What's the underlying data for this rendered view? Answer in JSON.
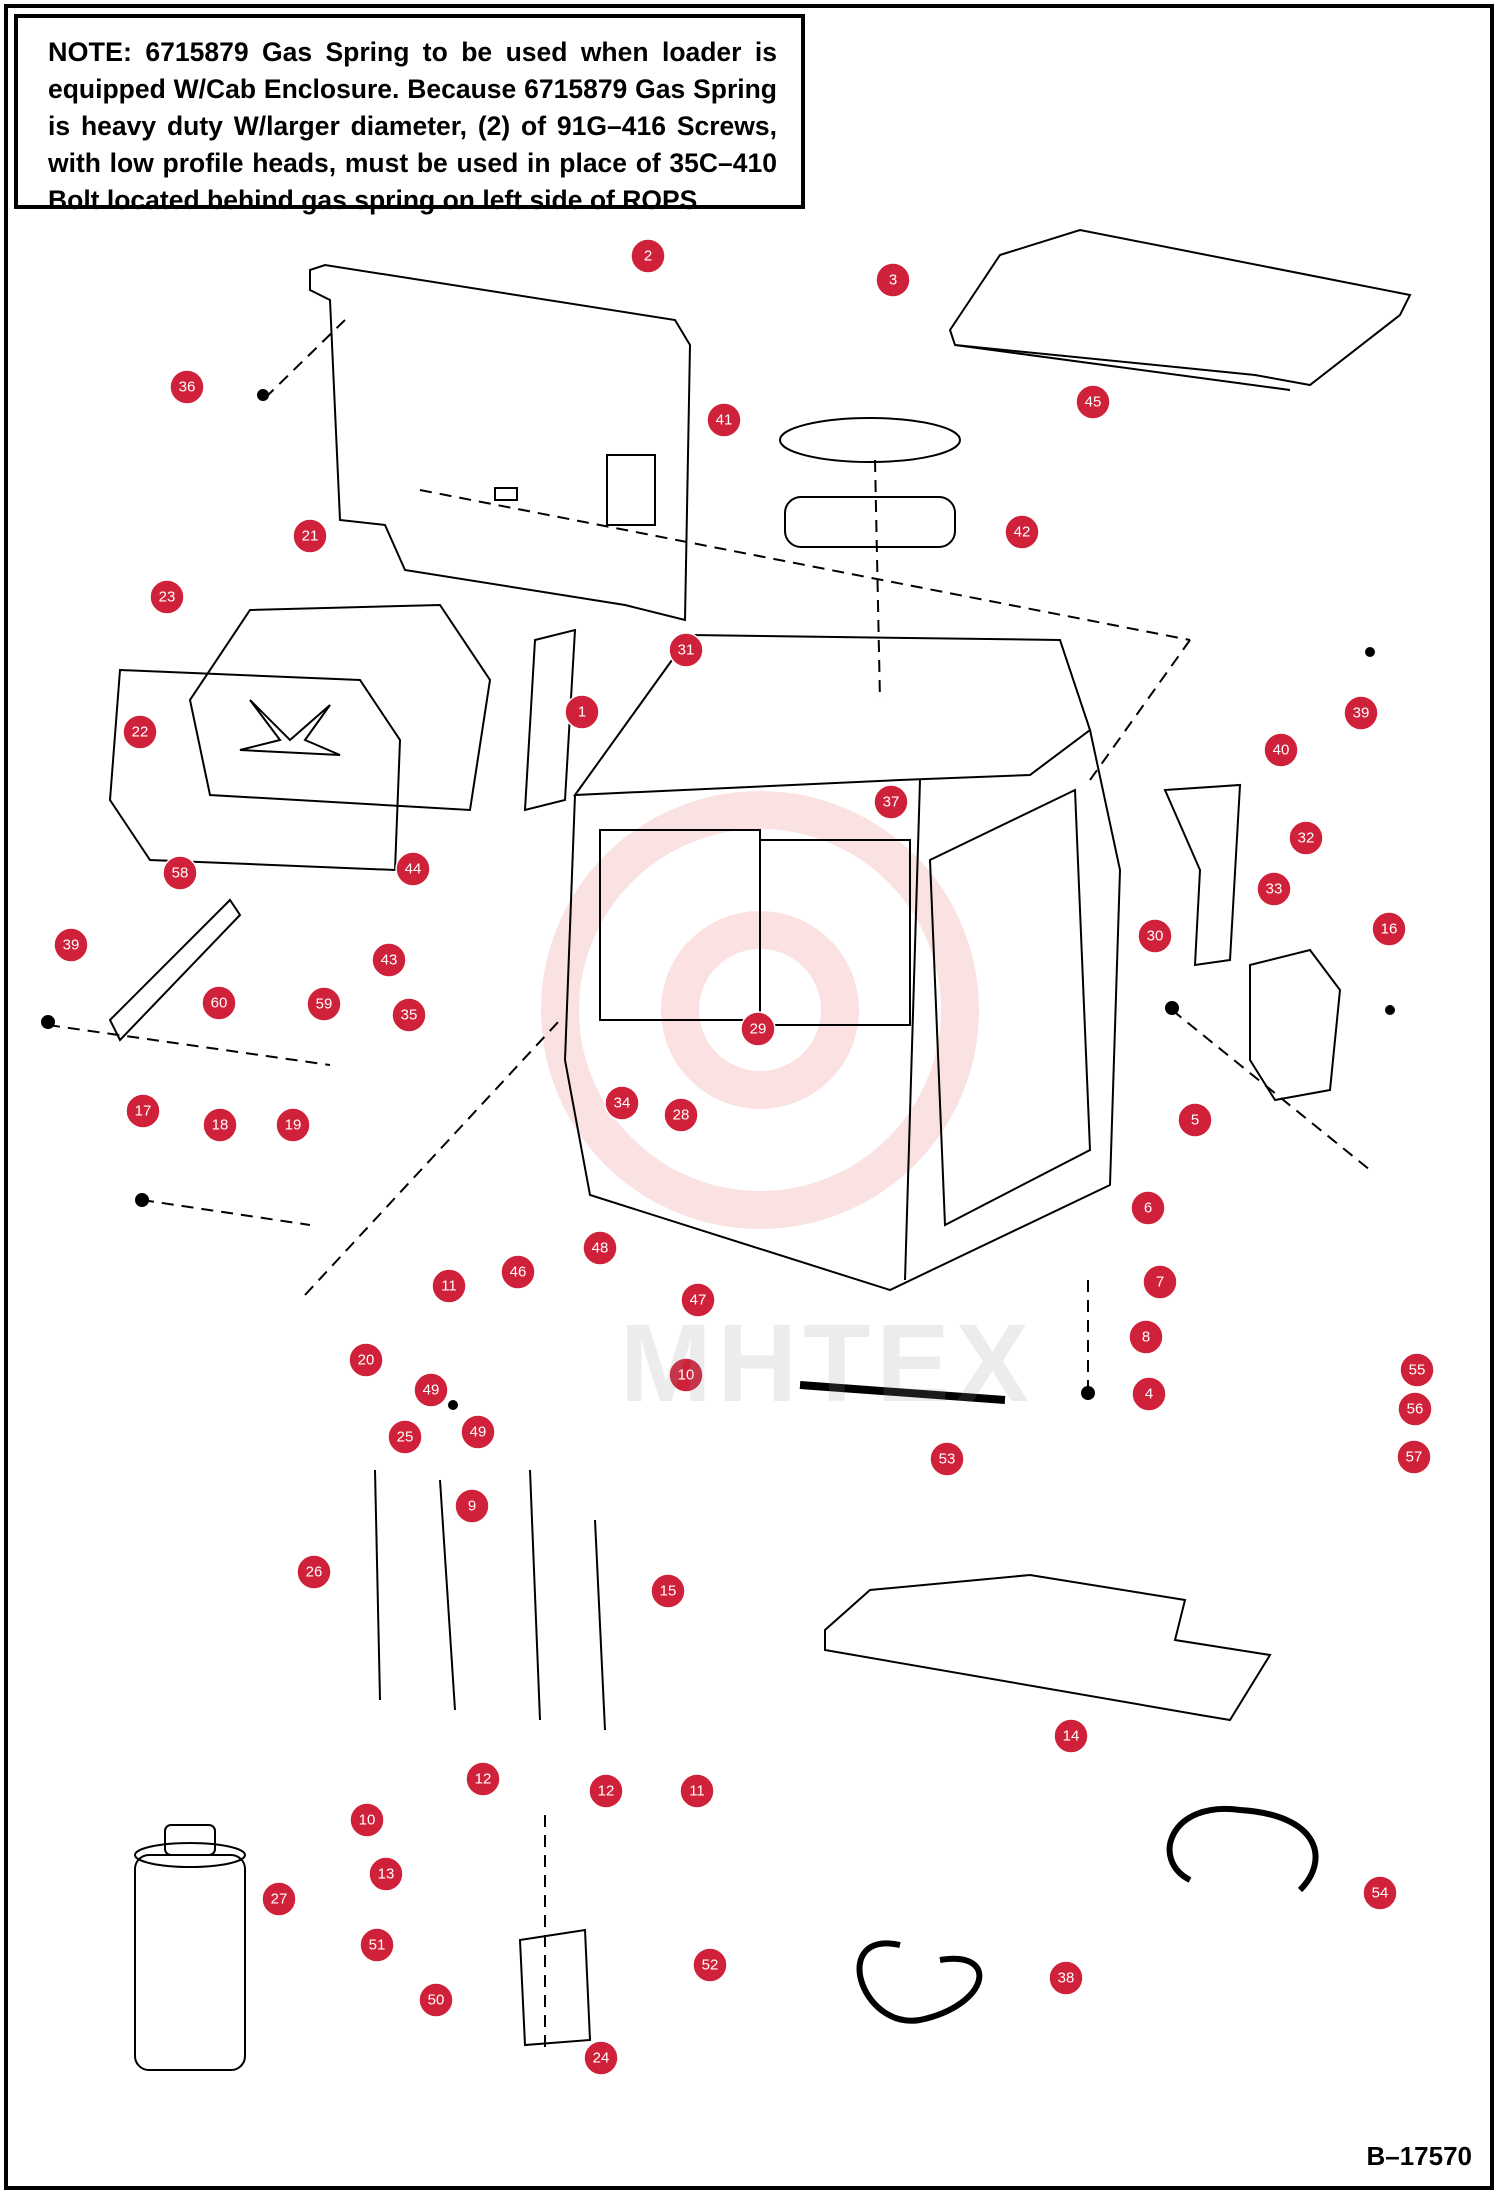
{
  "note": {
    "label": "NOTE:",
    "text": "6715879 Gas Spring to be used when loader is equipped W/Cab Enclosure. Because 6715879 Gas Spring is heavy duty W/larger diameter, (2) of 91G–416 Screws, with low profile heads, must be used in place of 35C–410 Bolt located behind gas spring on left side of ROPS."
  },
  "document_id": "B–17570",
  "watermark": "MHTEX",
  "colors": {
    "callout_fill": "#d0213a",
    "line": "#000000",
    "watermark": "#f3c2c2"
  },
  "callouts": [
    {
      "id": "c2",
      "label": "2"
    },
    {
      "id": "c3",
      "label": "3"
    },
    {
      "id": "c36",
      "label": "36"
    },
    {
      "id": "c45",
      "label": "45"
    },
    {
      "id": "c41",
      "label": "41"
    },
    {
      "id": "c42",
      "label": "42"
    },
    {
      "id": "c21",
      "label": "21"
    },
    {
      "id": "c23",
      "label": "23"
    },
    {
      "id": "c31",
      "label": "31"
    },
    {
      "id": "c1",
      "label": "1"
    },
    {
      "id": "c22",
      "label": "22"
    },
    {
      "id": "c40",
      "label": "40"
    },
    {
      "id": "c39a",
      "label": "39"
    },
    {
      "id": "c37",
      "label": "37"
    },
    {
      "id": "c32",
      "label": "32"
    },
    {
      "id": "c44",
      "label": "44"
    },
    {
      "id": "c33",
      "label": "33"
    },
    {
      "id": "c58",
      "label": "58"
    },
    {
      "id": "c39b",
      "label": "39"
    },
    {
      "id": "c30",
      "label": "30"
    },
    {
      "id": "c16",
      "label": "16"
    },
    {
      "id": "c43",
      "label": "43"
    },
    {
      "id": "c60",
      "label": "60"
    },
    {
      "id": "c59",
      "label": "59"
    },
    {
      "id": "c35",
      "label": "35"
    },
    {
      "id": "c29",
      "label": "29"
    },
    {
      "id": "c34",
      "label": "34"
    },
    {
      "id": "c28",
      "label": "28"
    },
    {
      "id": "c5",
      "label": "5"
    },
    {
      "id": "c17",
      "label": "17"
    },
    {
      "id": "c18",
      "label": "18"
    },
    {
      "id": "c19",
      "label": "19"
    },
    {
      "id": "c6",
      "label": "6"
    },
    {
      "id": "c48",
      "label": "48"
    },
    {
      "id": "c11a",
      "label": "11"
    },
    {
      "id": "c46",
      "label": "46"
    },
    {
      "id": "c47",
      "label": "47"
    },
    {
      "id": "c7",
      "label": "7"
    },
    {
      "id": "c20",
      "label": "20"
    },
    {
      "id": "c8",
      "label": "8"
    },
    {
      "id": "c10a",
      "label": "10"
    },
    {
      "id": "c49a",
      "label": "49"
    },
    {
      "id": "c49b",
      "label": "49"
    },
    {
      "id": "c4",
      "label": "4"
    },
    {
      "id": "c55",
      "label": "55"
    },
    {
      "id": "c56",
      "label": "56"
    },
    {
      "id": "c25",
      "label": "25"
    },
    {
      "id": "c53",
      "label": "53"
    },
    {
      "id": "c57",
      "label": "57"
    },
    {
      "id": "c9",
      "label": "9"
    },
    {
      "id": "c26",
      "label": "26"
    },
    {
      "id": "c15",
      "label": "15"
    },
    {
      "id": "c14",
      "label": "14"
    },
    {
      "id": "c12a",
      "label": "12"
    },
    {
      "id": "c12b",
      "label": "12"
    },
    {
      "id": "c11b",
      "label": "11"
    },
    {
      "id": "c10b",
      "label": "10"
    },
    {
      "id": "c13",
      "label": "13"
    },
    {
      "id": "c27",
      "label": "27"
    },
    {
      "id": "c54",
      "label": "54"
    },
    {
      "id": "c51",
      "label": "51"
    },
    {
      "id": "c52",
      "label": "52"
    },
    {
      "id": "c38",
      "label": "38"
    },
    {
      "id": "c50",
      "label": "50"
    },
    {
      "id": "c24",
      "label": "24"
    }
  ]
}
